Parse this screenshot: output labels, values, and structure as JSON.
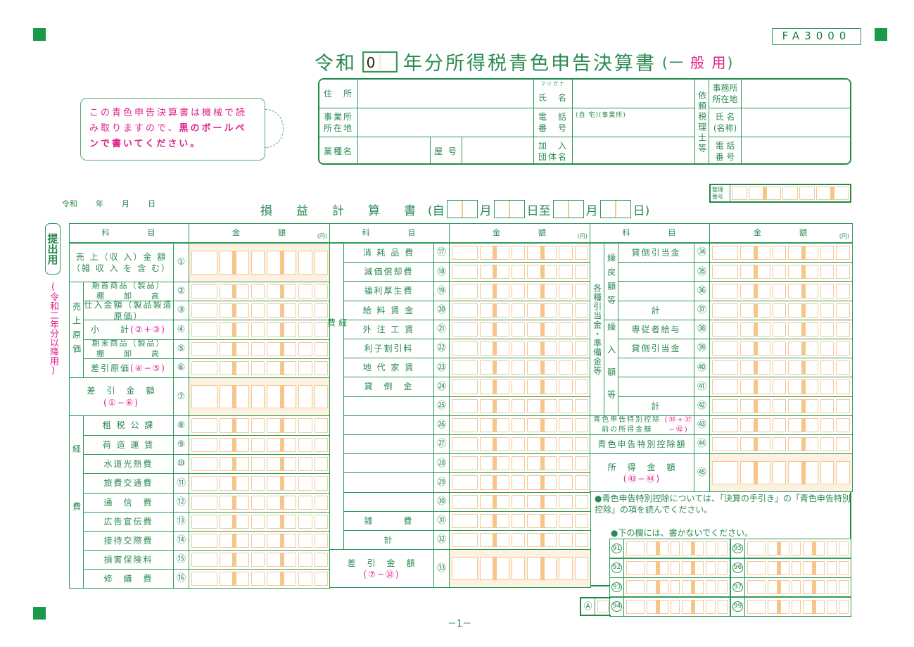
{
  "form_code": "FA3000",
  "title": {
    "era": "令和",
    "year_value": "0",
    "main": "年分所得税青色申告決算書",
    "paren_open": "(",
    "kind_prefix": "一",
    "kind": "般 用",
    "paren_close": ")"
  },
  "notice": {
    "line1": "この青色申告決算書は機械で読み取りますので、",
    "emphasis": "黒のボールペンで書いてください。"
  },
  "header": {
    "address": "住　所",
    "furigana": "フリガナ",
    "name": "氏　名",
    "biz_address": "事業所\n所在地",
    "phone": "電　話\n番　号",
    "phone_home": "(自 宅)",
    "phone_office": "(事業所)",
    "industry": "業種名",
    "trade_name": "屋 号",
    "association": "加　入\n団体名",
    "accountant": "依頼税理士等",
    "acc_office": "事務所\n所在地",
    "acc_name": "氏 名\n(名称)",
    "acc_phone": "電 話\n番 号"
  },
  "date_line": {
    "era": "令和",
    "year": "年",
    "month": "月",
    "day": "日"
  },
  "pl_title": "損　　益　　計　　算　　書",
  "period": {
    "open": "(自",
    "month1": "月",
    "day1": "日至",
    "month2": "月",
    "day2": "日)"
  },
  "ref_no": "整理\n番号",
  "side": {
    "submit": "提出用",
    "version": "(令和二年分以降用)"
  },
  "columns": {
    "item": "科　　　　目",
    "amount": "金　　　　額",
    "yen": "(円)"
  },
  "section_a": {
    "groups": [
      {
        "label": "売上原価"
      },
      {
        "label": "経費"
      }
    ],
    "rows": [
      {
        "num": "①",
        "label": "売 上（収 入）金 額\n（雑 収 入 を 含 む）"
      },
      {
        "num": "②",
        "label": "期首商品（製品）\n棚　　卸　　高"
      },
      {
        "num": "③",
        "label": "仕入金額（製品製造原価）"
      },
      {
        "num": "④",
        "label": "小　　計",
        "formula": "(②+③)"
      },
      {
        "num": "⑤",
        "label": "期末商品（製品）\n棚　　卸　　高"
      },
      {
        "num": "⑥",
        "label": "差引原価",
        "formula": "(④−⑤)"
      },
      {
        "num": "⑦",
        "label": "差　引　金　額",
        "formula": "(①−⑥)"
      },
      {
        "num": "⑧",
        "label": "租 税 公 課"
      },
      {
        "num": "⑨",
        "label": "荷 造 運 賃"
      },
      {
        "num": "⑩",
        "label": "水道光熱費"
      },
      {
        "num": "⑪",
        "label": "旅費交通費"
      },
      {
        "num": "⑫",
        "label": "通　信　費"
      },
      {
        "num": "⑬",
        "label": "広告宣伝費"
      },
      {
        "num": "⑭",
        "label": "接待交際費"
      },
      {
        "num": "⑮",
        "label": "損害保険料"
      },
      {
        "num": "⑯",
        "label": "修　繕　費"
      }
    ]
  },
  "section_b": {
    "group": "経費",
    "rows": [
      {
        "num": "⑰",
        "label": "消 耗 品 費"
      },
      {
        "num": "⑱",
        "label": "減価償却費"
      },
      {
        "num": "⑲",
        "label": "福利厚生費"
      },
      {
        "num": "⑳",
        "label": "給 料 賃 金"
      },
      {
        "num": "㉑",
        "label": "外 注 工 賃"
      },
      {
        "num": "㉒",
        "label": "利子割引料"
      },
      {
        "num": "㉓",
        "label": "地 代 家 賃"
      },
      {
        "num": "㉔",
        "label": "貸　倒　金"
      },
      {
        "num": "㉕",
        "label": ""
      },
      {
        "num": "㉖",
        "label": ""
      },
      {
        "num": "㉗",
        "label": ""
      },
      {
        "num": "㉘",
        "label": ""
      },
      {
        "num": "㉙",
        "label": ""
      },
      {
        "num": "㉚",
        "label": ""
      },
      {
        "num": "㉛",
        "label": "雑　　　費"
      },
      {
        "num": "㉜",
        "label": "計"
      },
      {
        "num": "㉝",
        "label": "差　引　金　額",
        "formula": "(⑦−㉜)"
      }
    ]
  },
  "section_c": {
    "group": "各種引当金・準備金等",
    "sub1": "繰戻額等",
    "sub2": "繰入額等",
    "rows": [
      {
        "num": "㉞",
        "label": "貸倒引当金"
      },
      {
        "num": "㉟",
        "label": ""
      },
      {
        "num": "㊱",
        "label": ""
      },
      {
        "num": "㊲",
        "label": "計"
      },
      {
        "num": "㊳",
        "label": "専従者給与"
      },
      {
        "num": "㊴",
        "label": "貸倒引当金"
      },
      {
        "num": "㊵",
        "label": ""
      },
      {
        "num": "㊶",
        "label": ""
      },
      {
        "num": "㊷",
        "label": "計"
      },
      {
        "num": "㊸",
        "label": "青色申告特別控除前の所得金額",
        "formula": "(㉝+㊲−㊷)"
      },
      {
        "num": "㊹",
        "label": "青色申告特別控除額"
      },
      {
        "num": "㊺",
        "label": "所　得　金　額",
        "formula": "(㊸−㊹)"
      }
    ]
  },
  "notes": {
    "deduction": "●青色申告特別控除については、「決算の手引き」の「青色申告特別控除」の項を読んでください。",
    "do_not_write": "●下の欄には、書かないでください。"
  },
  "office_use": {
    "left": [
      "91",
      "92",
      "93",
      "94"
    ],
    "right": [
      "95",
      "96",
      "97",
      "99"
    ],
    "a": "Ⓐ"
  },
  "page_number": "－1－"
}
